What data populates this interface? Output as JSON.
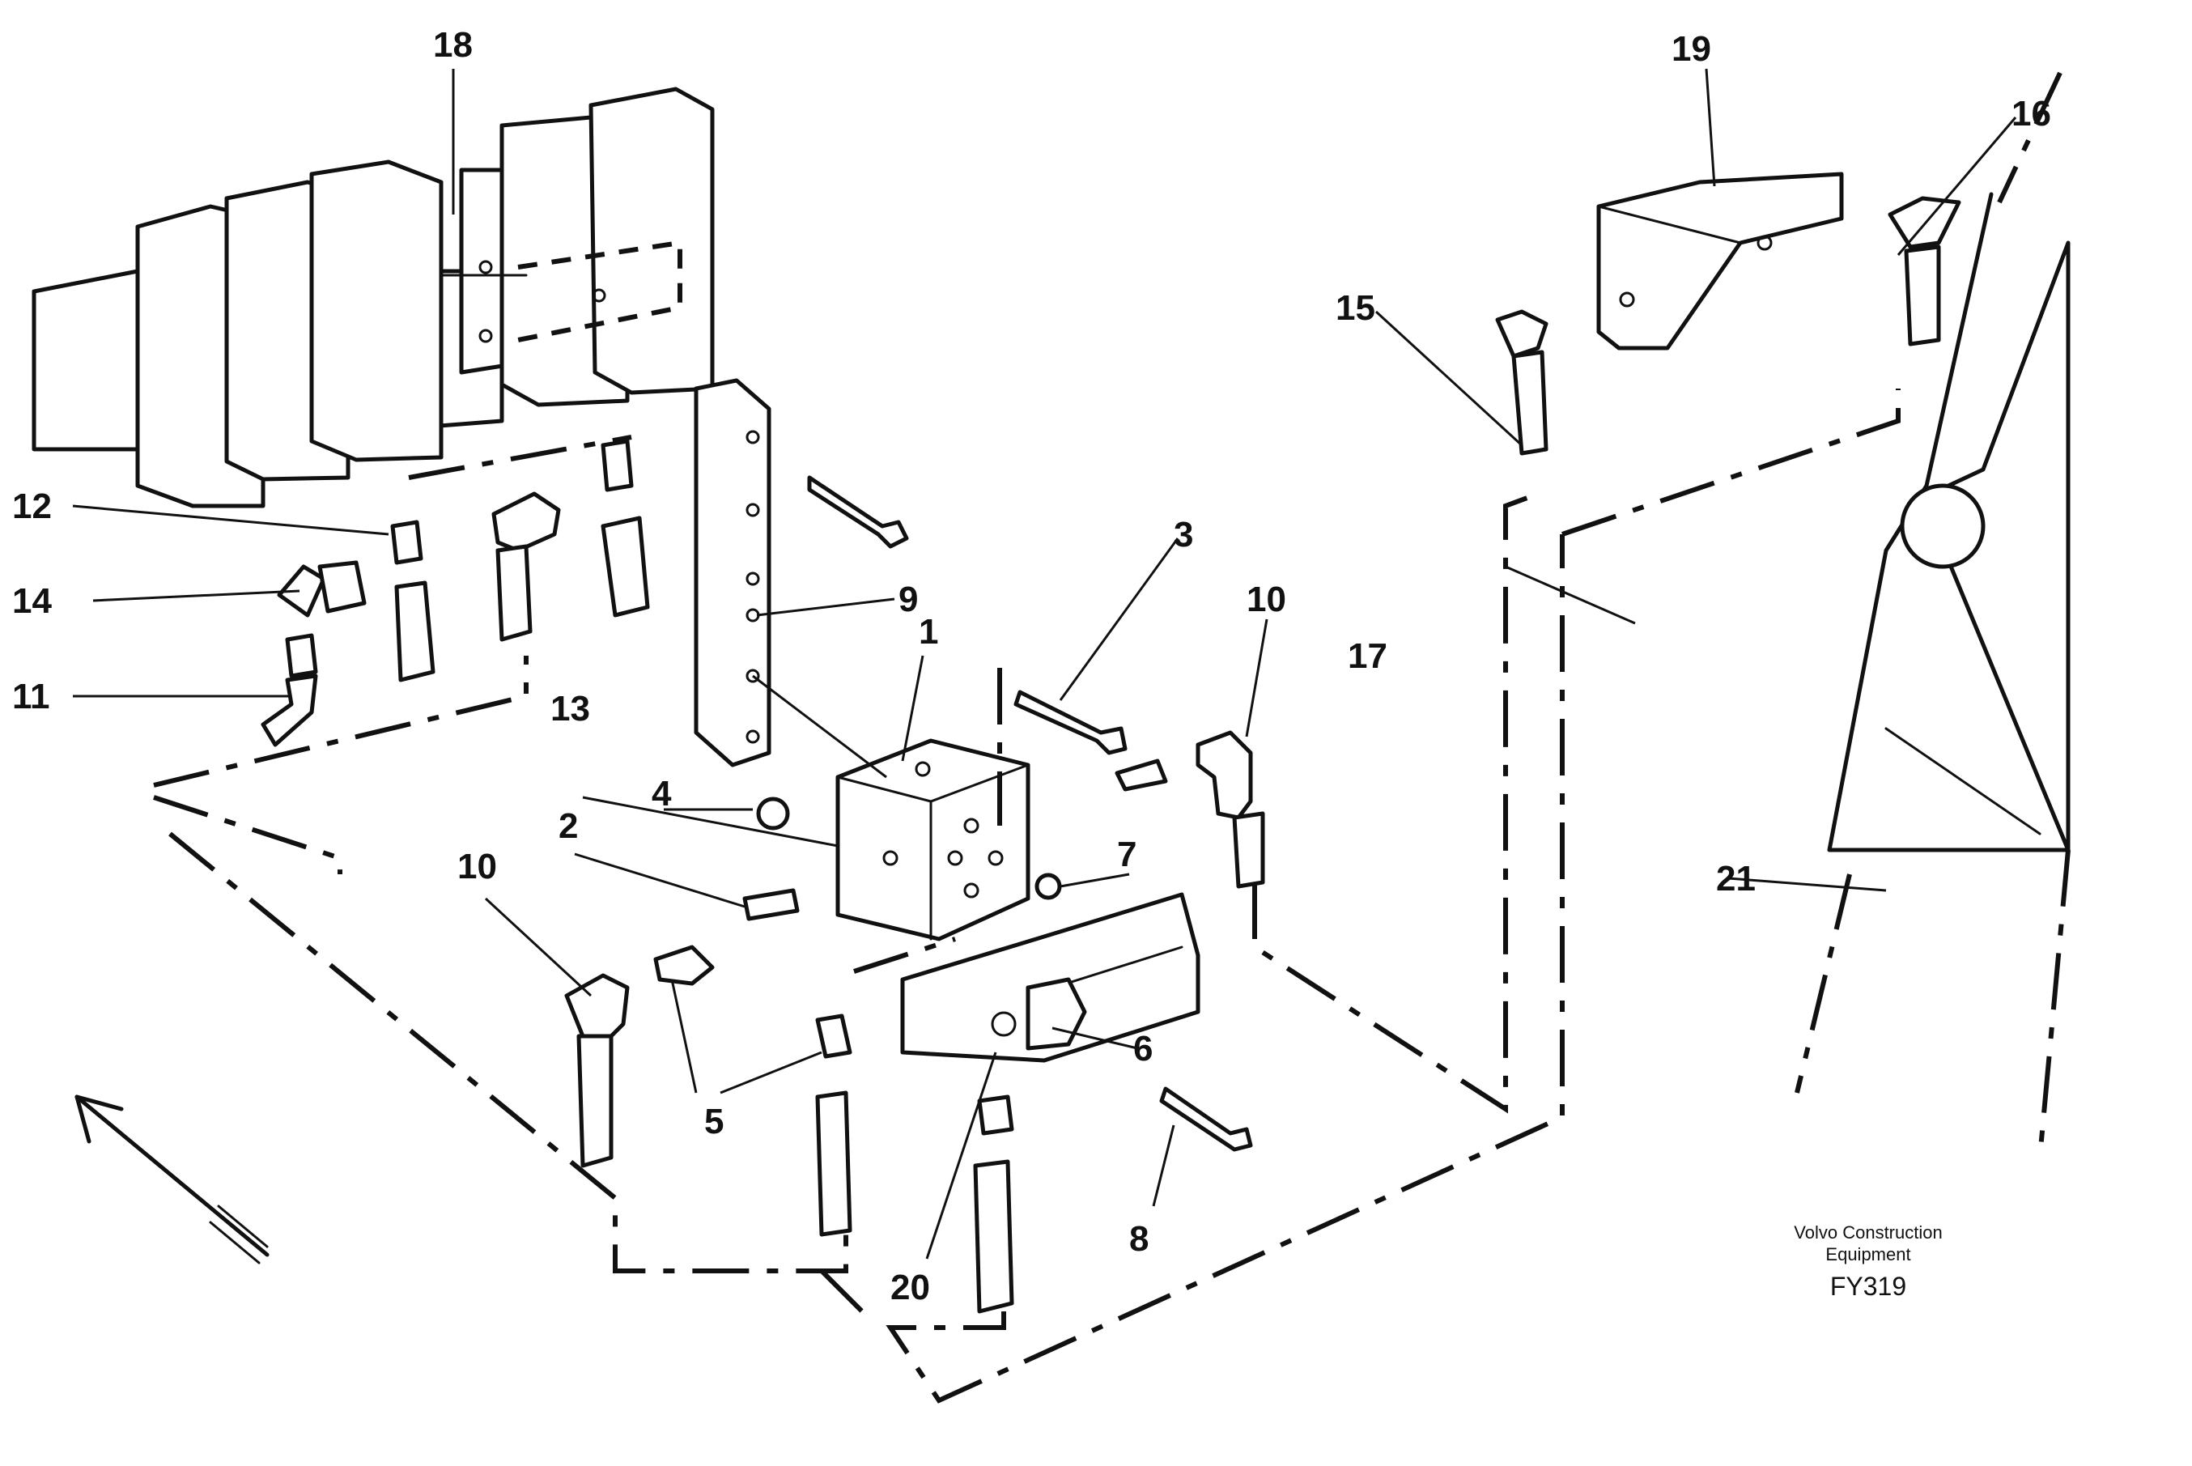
{
  "callouts": [
    {
      "id": "c1",
      "text": "1"
    },
    {
      "id": "c2",
      "text": "2"
    },
    {
      "id": "c3",
      "text": "3"
    },
    {
      "id": "c4",
      "text": "4"
    },
    {
      "id": "c5",
      "text": "5"
    },
    {
      "id": "c6",
      "text": "6"
    },
    {
      "id": "c7",
      "text": "7"
    },
    {
      "id": "c8",
      "text": "8"
    },
    {
      "id": "c9",
      "text": "9"
    },
    {
      "id": "c10a",
      "text": "10"
    },
    {
      "id": "c10b",
      "text": "10"
    },
    {
      "id": "c11",
      "text": "11"
    },
    {
      "id": "c12",
      "text": "12"
    },
    {
      "id": "c13",
      "text": "13"
    },
    {
      "id": "c14",
      "text": "14"
    },
    {
      "id": "c15",
      "text": "15"
    },
    {
      "id": "c16",
      "text": "16"
    },
    {
      "id": "c17",
      "text": "17"
    },
    {
      "id": "c18",
      "text": "18"
    },
    {
      "id": "c19",
      "text": "19"
    },
    {
      "id": "c20",
      "text": "20"
    },
    {
      "id": "c21",
      "text": "21"
    }
  ],
  "caption": {
    "line1": "Volvo Construction",
    "line2": "Equipment",
    "code": "FY319"
  }
}
